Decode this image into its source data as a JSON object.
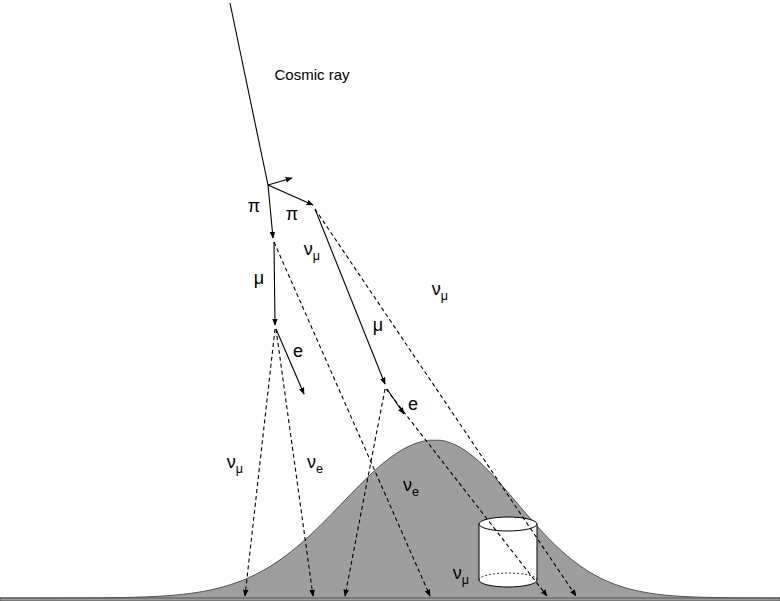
{
  "diagram": {
    "labels": [
      "Cosmic ray",
      "π",
      "π",
      "μ",
      "νμ",
      "μ",
      "νμ",
      "e",
      "e",
      "νμ",
      "νe",
      "νe",
      "νμ"
    ]
  }
}
